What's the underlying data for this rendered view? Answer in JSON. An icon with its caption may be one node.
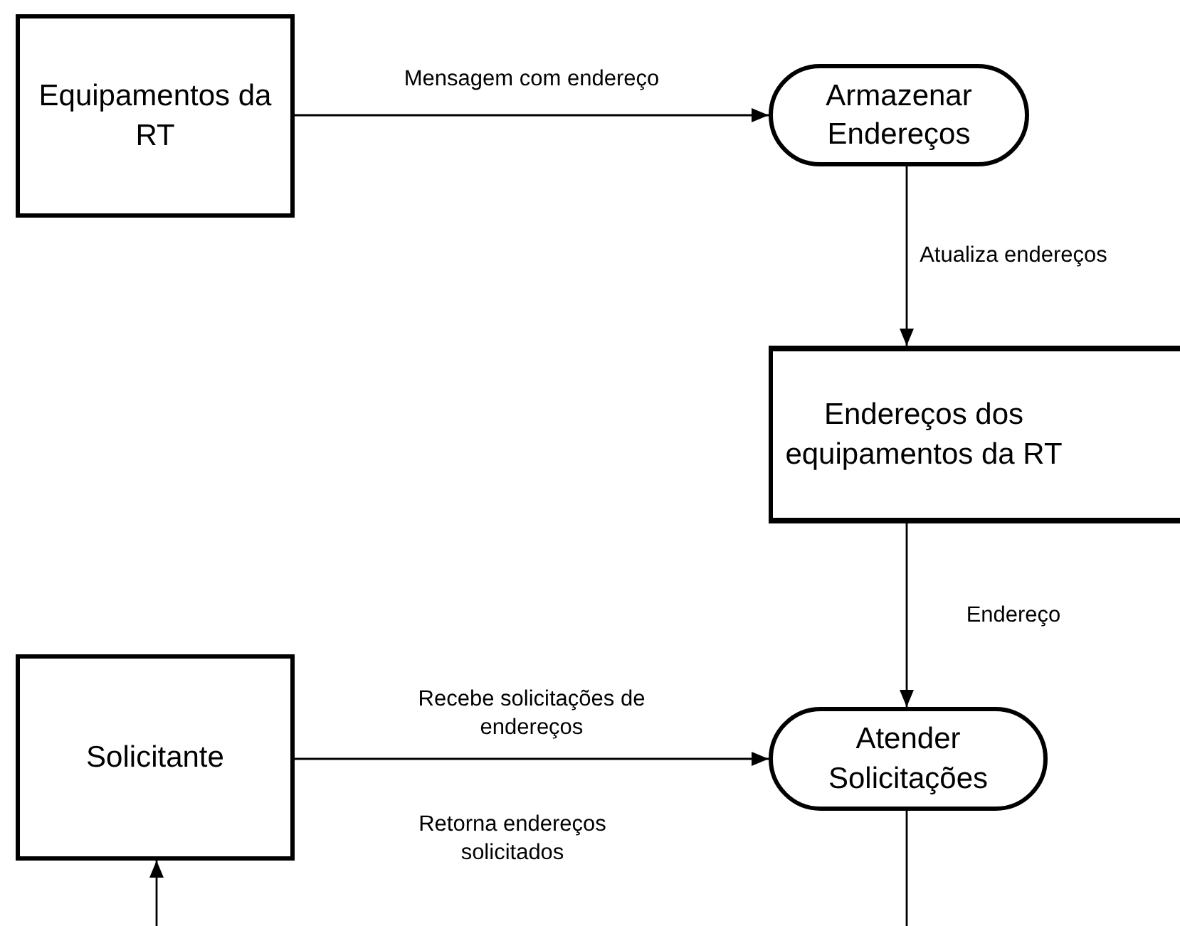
{
  "diagram": {
    "nodes": [
      {
        "text": [
          "Equipamentos da RT"
        ]
      },
      {
        "text": [
          "Armazenar Endereços"
        ]
      },
      {
        "text": [
          "Endereços dos equipamentos da RT"
        ]
      },
      {
        "text": [
          "Solicitante"
        ]
      },
      {
        "text": [
          "Atender Solicitações"
        ]
      }
    ],
    "edges": [
      {
        "from": 0,
        "to": 1,
        "arrow": "to",
        "label": "Mensagem com endereço"
      },
      {
        "from": 1,
        "to": 2,
        "arrow": "to",
        "label": "Atualiza endereços"
      },
      {
        "from": 2,
        "to": 4,
        "arrow": "to",
        "label": "Endereço"
      },
      {
        "from": 3,
        "to": 4,
        "arrow": "to",
        "label": "Recebe solicitações de endereços"
      },
      {
        "from": 4,
        "to": null,
        "arrow": "none"
      },
      {
        "from": null,
        "to": 3,
        "arrow": "to"
      }
    ],
    "labels": [
      "Retorna endereços solicitados"
    ]
  }
}
